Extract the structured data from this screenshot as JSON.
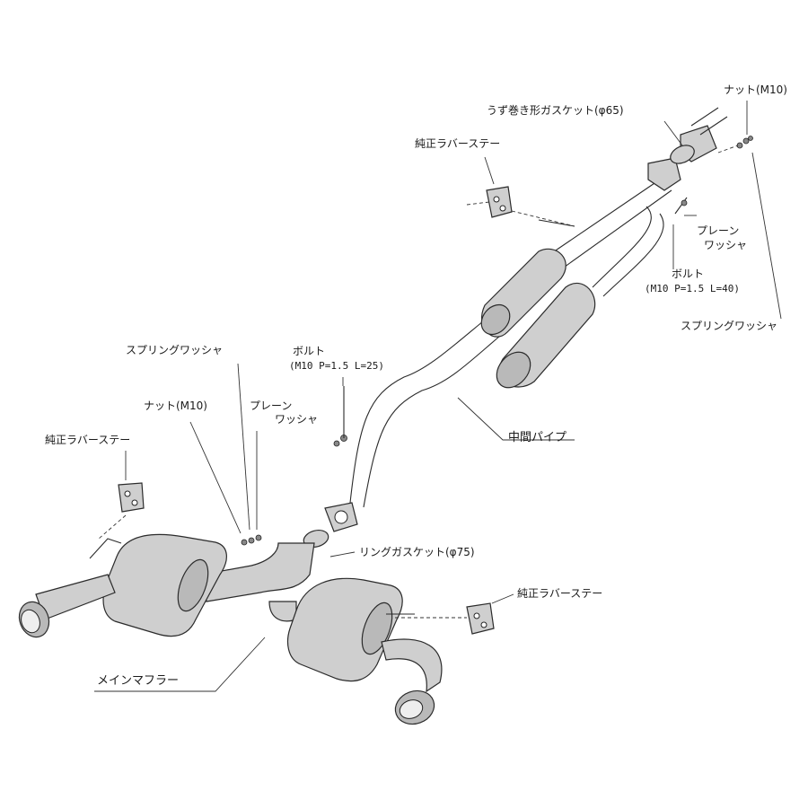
{
  "labels": {
    "nut_top": "ナット(M10)",
    "gasket_65": "うず巻き形ガスケット(φ65)",
    "rubber_stay_top": "純正ラバーステー",
    "plain_washer_top_1": "プレーン",
    "plain_washer_top_2": "ワッシャ",
    "bolt_top_1": "ボルト",
    "bolt_top_2": "(M10 P=1.5 L=40)",
    "spring_washer_top": "スプリングワッシャ",
    "spring_washer_left": "スプリングワッシャ",
    "bolt_mid_1": "ボルト",
    "bolt_mid_2": "(M10 P=1.5 L=25)",
    "nut_left": "ナット(M10)",
    "plain_washer_mid_1": "プレーン",
    "plain_washer_mid_2": "ワッシャ",
    "rubber_stay_left": "純正ラバーステー",
    "middle_pipe": "中間パイプ",
    "ring_gasket": "リングガスケット(φ75)",
    "rubber_stay_right": "純正ラバーステー",
    "main_muffler": "メインマフラー"
  }
}
